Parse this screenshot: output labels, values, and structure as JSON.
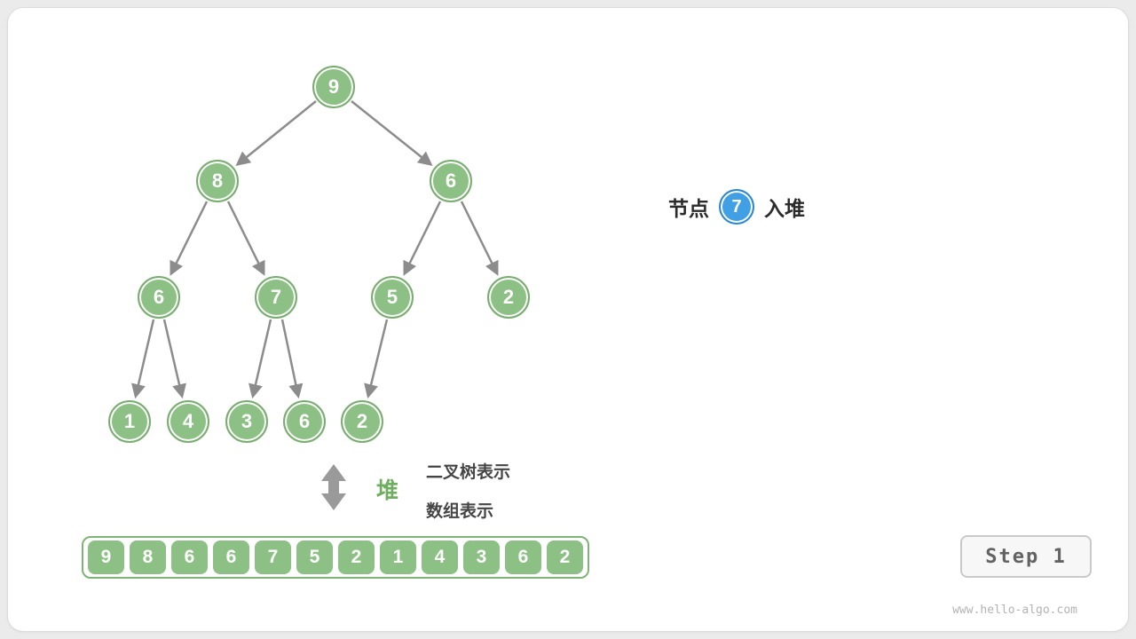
{
  "annotation": {
    "prefix": "节点",
    "node_value": "7",
    "suffix": "入堆"
  },
  "heap": {
    "label": "堆",
    "tree_label": "二叉树表示",
    "array_label": "数组表示"
  },
  "tree": {
    "nodes": [
      {
        "value": "9"
      },
      {
        "value": "8"
      },
      {
        "value": "6"
      },
      {
        "value": "6"
      },
      {
        "value": "7"
      },
      {
        "value": "5"
      },
      {
        "value": "2"
      },
      {
        "value": "1"
      },
      {
        "value": "4"
      },
      {
        "value": "3"
      },
      {
        "value": "6"
      },
      {
        "value": "2"
      }
    ]
  },
  "array": {
    "values": [
      "9",
      "8",
      "6",
      "6",
      "7",
      "5",
      "2",
      "1",
      "4",
      "3",
      "6",
      "2"
    ]
  },
  "step": {
    "label": "Step 1"
  },
  "watermark": "www.hello-algo.com",
  "colors": {
    "node_green": "#8CC084",
    "node_border": "#79AE70",
    "blue_node": "#41A0E4",
    "arrow_gray": "#8C8C8C",
    "heap_text_green": "#6FAE60"
  }
}
